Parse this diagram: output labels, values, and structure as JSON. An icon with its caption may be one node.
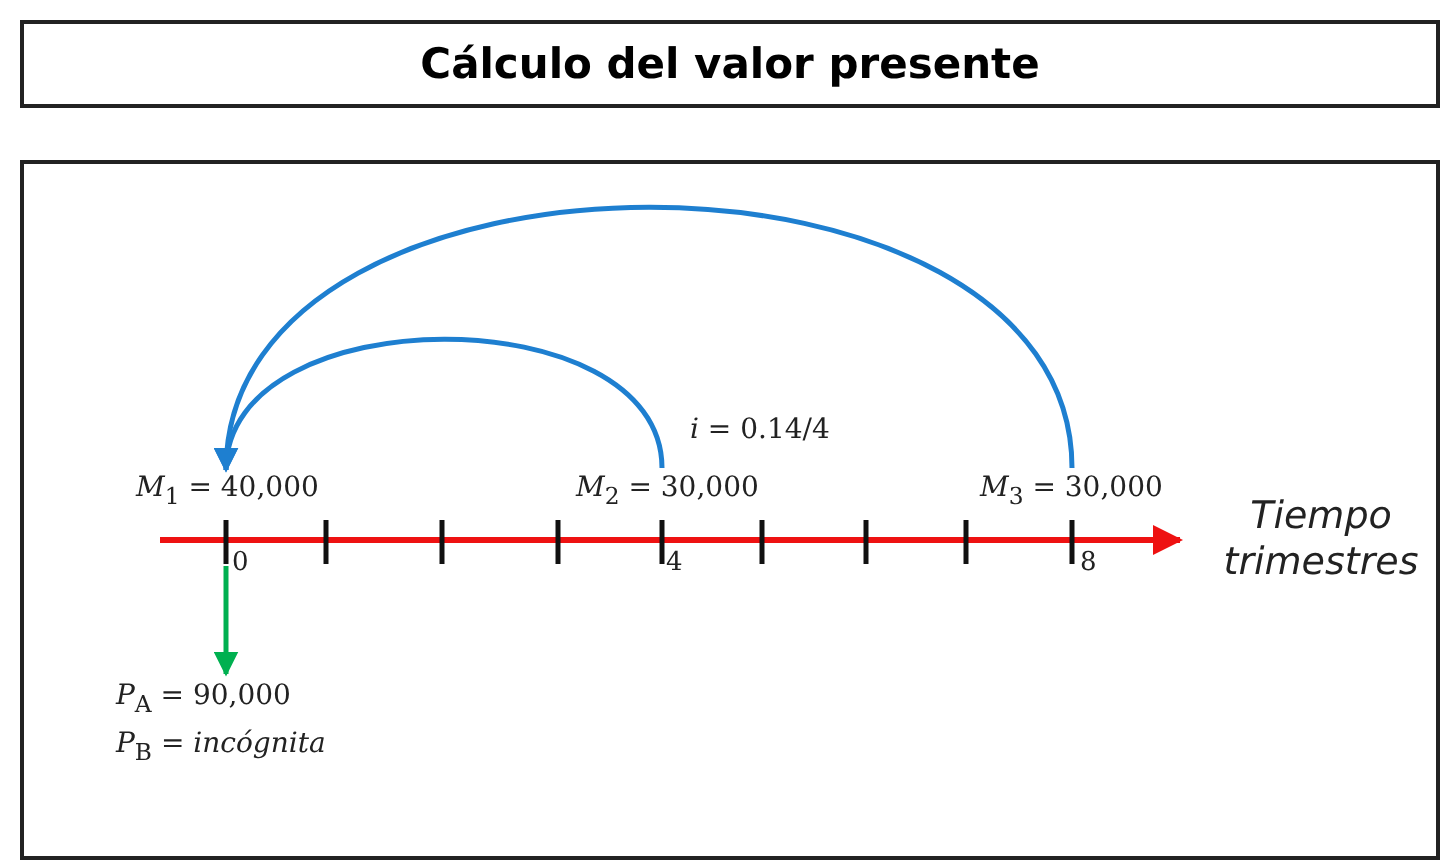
{
  "diagram": {
    "title": "Cálculo del valor presente",
    "nodes": [
      {
        "text": [
          "*M*$_{1}$ = 40,000"
        ],
        "beside": [
          "0"
        ]
      },
      {
        "text": [
          "*M*$_{2}$ = 30,000"
        ],
        "beside": [
          "4"
        ]
      },
      {
        "text": [
          "*M*$_{3}$ = 30,000"
        ],
        "beside": [
          "8"
        ]
      },
      {
        "text": [
          "*P*$_{A}$ = 90,000",
          "*P*$_{B}$ = *incógnita*"
        ]
      }
    ],
    "edges": [
      {
        "from": 1,
        "to": 0,
        "arrow": "to"
      },
      {
        "from": 2,
        "to": 0,
        "arrow": "to"
      },
      {
        "from": 0,
        "to": 3,
        "arrow": "to",
        "color": "#00b050"
      }
    ],
    "labels": [
      "*i* = 0.14/4",
      "Tiempo trimestres"
    ]
  }
}
